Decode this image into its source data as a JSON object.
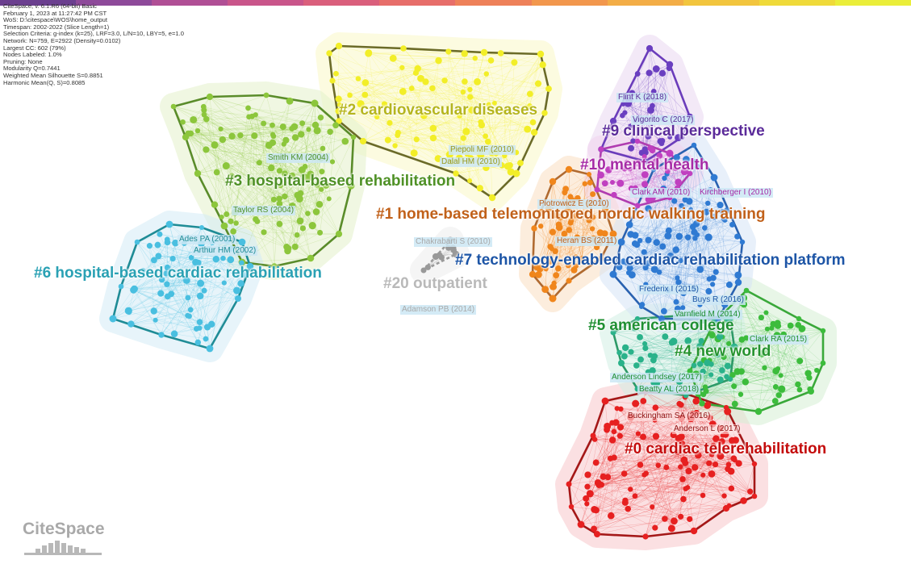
{
  "header_info": [
    "CiteSpace, v. 6.1.R6 (64-bit) Basic",
    "February 1, 2023 at 11:27:42 PM CST",
    "WoS: D:\\citespace\\WOS\\home_output",
    "Timespan: 2002-2022 (Slice Length=1)",
    "Selection Criteria: g-index (k=25), LRF=3.0, L/N=10, LBY=5, e=1.0",
    "Network: N=759, E=2922 (Density=0.0102)",
    "Largest CC: 602 (79%)",
    "Nodes Labeled: 1.0%",
    "Pruning: None",
    "Modularity Q=0.7441",
    "Weighted Mean Silhouette S=0.8851",
    "Harmonic Mean(Q, S)=0.8085"
  ],
  "timeline_colors": [
    "#6b3f8f",
    "#8e4a9a",
    "#b04f95",
    "#c9558a",
    "#da5f7c",
    "#e76e6a",
    "#ee8159",
    "#f2974d",
    "#f3ad46",
    "#f2c53e",
    "#efda3a",
    "#eaee3a"
  ],
  "clusters": [
    {
      "id": "c0",
      "label": "#0 cardiac telerehabilitation",
      "color": "#c40c0c",
      "node_color": "#e62020",
      "hull_color": "#a41818",
      "halo_color": "#f8c8cc"
    },
    {
      "id": "c1",
      "label": "#1 home-based telemonitored nordic walking training",
      "color": "#c1611a",
      "node_color": "#f0861c",
      "hull_color": "#b06a30",
      "halo_color": "#fbe0c2"
    },
    {
      "id": "c2",
      "label": "#2 cardiovascular diseases",
      "color": "#b5b51e",
      "node_color": "#f2ee28",
      "hull_color": "#6b6b28",
      "halo_color": "#fbf8c8"
    },
    {
      "id": "c3",
      "label": "#3 hospital-based rehabilitation",
      "color": "#4f9126",
      "node_color": "#8cc63c",
      "hull_color": "#5a8c2a",
      "halo_color": "#e4f2cc"
    },
    {
      "id": "c4",
      "label": "#4 new world",
      "color": "#25932e",
      "node_color": "#3cbc3c",
      "hull_color": "#3aa83a",
      "halo_color": "#d6f0d4"
    },
    {
      "id": "c5",
      "label": "#5 american college",
      "color": "#1f8f32",
      "node_color": "#2ab28a",
      "hull_color": "#2e9a68",
      "halo_color": "#d2efe4"
    },
    {
      "id": "c6",
      "label": "#6 hospital-based cardiac rehabilitation",
      "color": "#2aa1b4",
      "node_color": "#49bfe0",
      "hull_color": "#1f8c96",
      "halo_color": "#d4ecf6"
    },
    {
      "id": "c7",
      "label": "#7 technology-enabled cardiac rehabilitation platform",
      "color": "#1d55a6",
      "node_color": "#2f7ad2",
      "hull_color": "#2a62b0",
      "halo_color": "#d6e4f6"
    },
    {
      "id": "c9",
      "label": "#9 clinical perspective",
      "color": "#5b2b9a",
      "node_color": "#6a3fc0",
      "hull_color": "#6b3dbb",
      "halo_color": "#ead8f2"
    },
    {
      "id": "c10",
      "label": "#10 mental health",
      "color": "#a62ba6",
      "node_color": "#c040c0",
      "hull_color": "#b03cb0",
      "halo_color": "#f2d4ef"
    },
    {
      "id": "c20",
      "label": "#20 outpatient",
      "color": "#b9b9b9",
      "node_color": "#999999",
      "hull_color": "#9a9a9a",
      "halo_color": "#eeeeee"
    }
  ],
  "node_labels": [
    "Flint K (2018)",
    "Vigorito C (2017)",
    "Piepoli MF (2010)",
    "Dalal HM (2010)",
    "Smith KM (2004)",
    "Taylor RS (2004)",
    "Ades PA (2001)",
    "Arthur HM (2002)",
    "Chakrabarti S (2010)",
    "Adamson PB (2014)",
    "Clark AM (2010)",
    "Kirchberger I (2010)",
    "Piotrowicz E (2010)",
    "Heran BS (2011)",
    "Frederix I (2015)",
    "Buys R (2016)",
    "Varnfield M (2014)",
    "Clark RA (2015)",
    "Anderson Lindsey (2017)",
    "Beatty AL (2018)",
    "Buckingham SA (2016)",
    "Anderson L (2017)"
  ],
  "logo": {
    "text": "CiteSpace"
  }
}
